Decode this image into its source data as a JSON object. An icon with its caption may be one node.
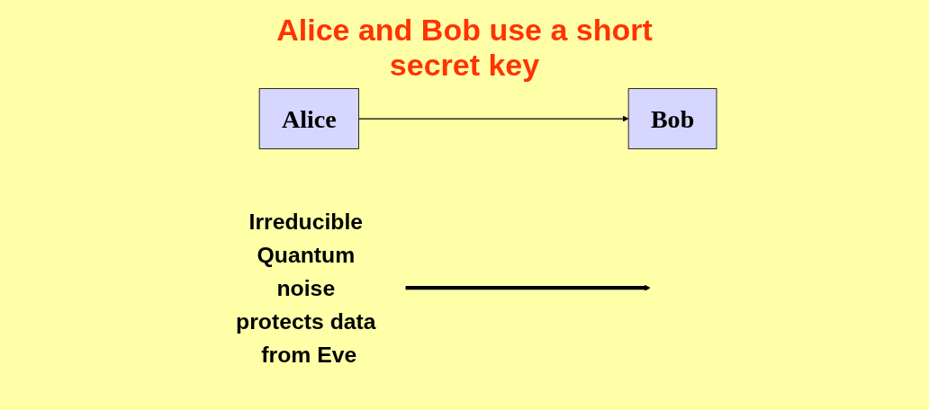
{
  "diagram": {
    "title": "Alice and Bob use a short secret key",
    "nodes": [
      {
        "text": [
          "Alice"
        ]
      },
      {
        "text": [
          "Bob"
        ]
      },
      {
        "text": [
          "Irreducible Quantum noise protects data from Eve"
        ]
      }
    ],
    "edges": [
      {
        "from": 0,
        "to": 1,
        "arrow": "to"
      },
      {
        "from": 2,
        "to": null,
        "arrow": "to",
        "style": "thick"
      }
    ]
  }
}
